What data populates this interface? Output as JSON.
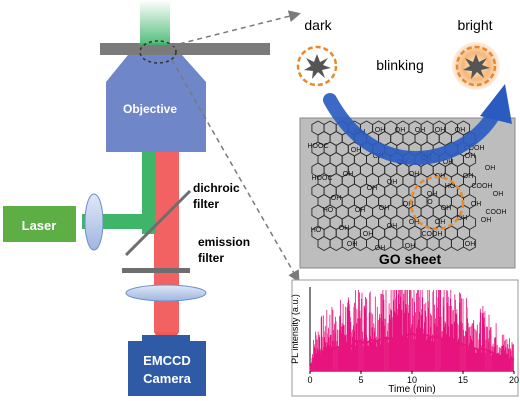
{
  "labels": {
    "objective": "Objective",
    "laser": "Laser",
    "dichroic_line1": "dichroic",
    "dichroic_line2": "filter",
    "emission_line1": "emission",
    "emission_line2": "filter",
    "camera_line1": "EMCCD",
    "camera_line2": "Camera",
    "dark": "dark",
    "bright": "bright",
    "blinking": "blinking",
    "go_sheet": "GO sheet"
  },
  "chemistry": {
    "groups": [
      "OH",
      "OH",
      "OH",
      "OH",
      "OH",
      "OH",
      "OH",
      "OH",
      "OH",
      "OH",
      "OH",
      "OH",
      "OH",
      "OH",
      "OH",
      "OH",
      "OH",
      "OH",
      "OH",
      "OH",
      "OH",
      "OH",
      "OH",
      "OH",
      "OH",
      "OH",
      "OH",
      "OH",
      "OH",
      "OH",
      "OH",
      "OH",
      "OH",
      "OH",
      "OH",
      "OH",
      "OH",
      "OH",
      "HOOC",
      "HOOC",
      "COOH",
      "COOH",
      "COOH",
      "COOH",
      "HO",
      "HO",
      "HO",
      "O"
    ]
  },
  "colors": {
    "objective_fill": "#6f86c9",
    "laser_fill": "#5cae45",
    "camera_fill": "#2f5aa6",
    "red_beam": "#f25a5a",
    "green_beam": "#3fb56a",
    "orange_circle": "#e8892a",
    "blue_arrow": "#2a5cc0",
    "trace_color": "#e8147e"
  },
  "chart_data": {
    "type": "line",
    "title": "",
    "xlabel": "Time (min)",
    "ylabel": "PL intensity (a.u.)",
    "xlim": [
      0,
      20
    ],
    "x_ticks": [
      "0",
      "5",
      "10",
      "15",
      "20"
    ],
    "series": [
      {
        "x": [
          0,
          0.5,
          1,
          1.5,
          2,
          2.5,
          3,
          3.5,
          4,
          4.5,
          5,
          5.5,
          6,
          6.5,
          7,
          7.5,
          8,
          8.5,
          9,
          9.5,
          10,
          10.5,
          11,
          11.5,
          12,
          12.5,
          13,
          13.5,
          14,
          14.5,
          15,
          15.5,
          16,
          16.5,
          17,
          17.5,
          18,
          18.5,
          19,
          19.5,
          20
        ],
        "y": [
          0.05,
          0.35,
          0.42,
          0.45,
          0.52,
          0.5,
          0.56,
          0.6,
          0.55,
          0.68,
          0.65,
          0.62,
          0.7,
          0.66,
          0.72,
          0.75,
          0.7,
          0.73,
          0.78,
          0.8,
          0.85,
          0.78,
          0.82,
          0.8,
          0.75,
          0.77,
          0.7,
          0.72,
          0.68,
          0.65,
          0.6,
          0.55,
          0.52,
          0.48,
          0.5,
          0.45,
          0.4,
          0.36,
          0.3,
          0.28,
          0.25
        ]
      }
    ]
  }
}
